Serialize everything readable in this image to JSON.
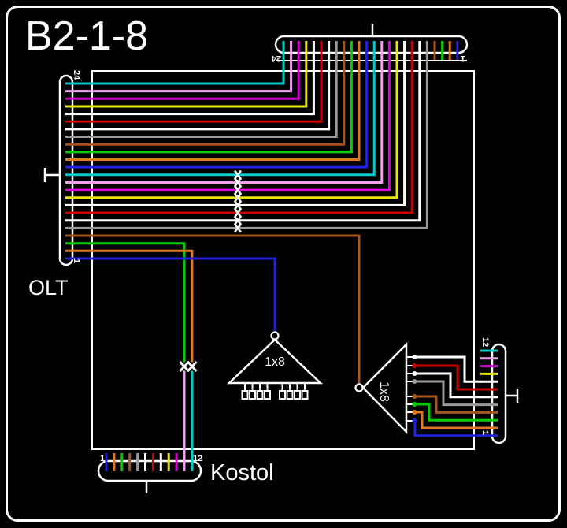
{
  "title": "B2-1-8",
  "connectors": {
    "olt": {
      "label": "OLT",
      "ports": 24,
      "last_port_label": "24",
      "first_port_label": "1"
    },
    "top": {
      "ports": 24,
      "left_label": "24",
      "right_label": "1"
    },
    "kostol": {
      "label": "Kostol",
      "ports": 12,
      "left_label": "1",
      "right_label": "12"
    },
    "right": {
      "ports": 12,
      "top_label": "12",
      "bottom_label": "1"
    }
  },
  "splitters": {
    "middle": {
      "label": "1x8",
      "outputs": 8
    },
    "right": {
      "label": "1x8",
      "outputs": 8
    }
  },
  "fiber_sequence": [
    "blue",
    "orange",
    "green",
    "brown",
    "slate",
    "white",
    "red",
    "black",
    "yellow",
    "violet",
    "rose",
    "aqua"
  ],
  "palette": {
    "blue": "#2222dd",
    "orange": "#e07820",
    "green": "#00cc00",
    "brown": "#a8551e",
    "slate": "#999999",
    "white": "#ffffff",
    "red": "#cc0000",
    "black": "#ffffff",
    "yellow": "#e8e800",
    "violet": "#dd00dd",
    "rose": "#f0a0f0",
    "aqua": "#00cccc"
  },
  "connections": {
    "olt_ports_5_to_24": "top connector ports 5-24",
    "spliced_olt_ports": [
      5,
      6,
      7,
      8,
      9,
      10,
      11,
      12
    ],
    "olt_port_4": "right 1x8 splitter input (brown)",
    "olt_port_3": "Kostol port 11, splice green to rose",
    "olt_port_2": "Kostol port 12, splice orange to aqua",
    "olt_port_1": "middle 1x8 splitter input (blue)",
    "right_splitter_outputs": "right connector ports 1-8"
  }
}
